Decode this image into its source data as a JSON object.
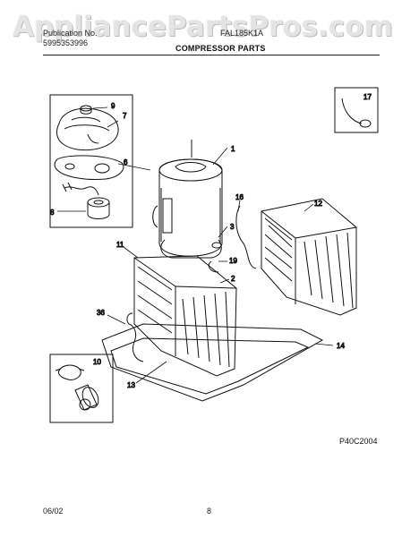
{
  "watermark": "AppliancePartsPros.com",
  "header": {
    "publication_label": "Publication No.",
    "publication_number": "5995353996",
    "model": "FAL185K1A",
    "section_title": "COMPRESSOR PARTS"
  },
  "callouts": {
    "c1": "1",
    "c2": "2",
    "c3": "3",
    "c6": "6",
    "c7": "7",
    "c8": "8",
    "c9": "9",
    "c10": "10",
    "c11": "11",
    "c12": "12",
    "c13": "13",
    "c14": "14",
    "c16": "16",
    "c17": "17",
    "c19": "19",
    "c36": "36"
  },
  "footer": {
    "diagram_code": "P40C2004",
    "date": "06/02",
    "page": "8"
  },
  "colors": {
    "ink": "#111111",
    "watermark": "#e4e4e4"
  }
}
